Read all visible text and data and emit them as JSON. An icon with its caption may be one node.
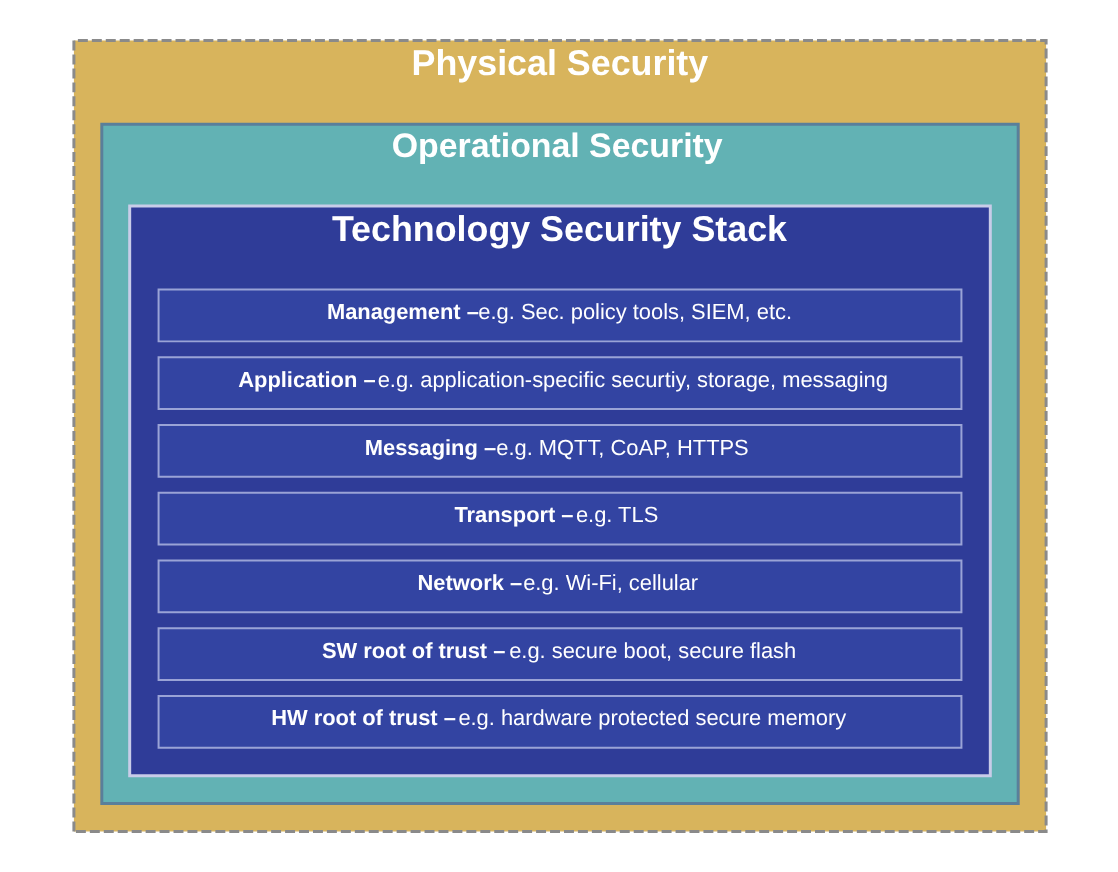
{
  "diagram": {
    "nodes": [
      {
        "text": [
          "Physical Security"
        ]
      },
      {
        "text": [
          "Operational Security"
        ],
        "in": 0
      },
      {
        "text": [
          "Technology Security Stack"
        ],
        "in": 1
      },
      {
        "text": [
          "Management –",
          "e.g. Sec. policy tools, SIEM, etc."
        ],
        "in": 2
      },
      {
        "text": [
          "Application –",
          "e.g. application-specific securtiy, storage, messaging"
        ],
        "in": 2
      },
      {
        "text": [
          "Messaging –",
          "e.g. MQTT, CoAP, HTTPS"
        ],
        "in": 2
      },
      {
        "text": [
          "Transport –",
          "e.g. TLS"
        ],
        "in": 2
      },
      {
        "text": [
          "Network –",
          "e.g. Wi-Fi, cellular"
        ],
        "in": 2
      },
      {
        "text": [
          "SW root of trust –",
          "e.g. secure boot, secure flash"
        ],
        "in": 2
      },
      {
        "text": [
          "HW root of trust –",
          "e.g. hardware protected secure memory"
        ],
        "in": 2
      }
    ],
    "edges": []
  }
}
